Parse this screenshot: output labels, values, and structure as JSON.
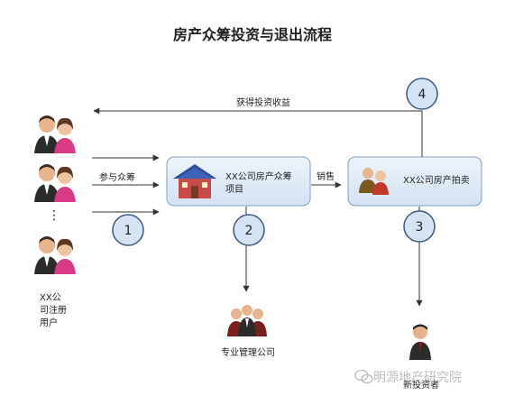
{
  "title": "房产众筹投资与退出流程",
  "users": {
    "caption_lines": [
      "XX公",
      "司注册",
      "用户"
    ],
    "ellipsis": "⋮"
  },
  "arrows": {
    "participate": "参与众筹",
    "return": "获得投资收益",
    "sales": "销售"
  },
  "boxes": {
    "project_lines": [
      "XX公司房产众筹",
      "项目"
    ],
    "auction": "XX公司房产拍卖"
  },
  "steps": [
    "1",
    "2",
    "3",
    "4"
  ],
  "bottom": {
    "management": "专业管理公司",
    "investor": "新投资者"
  },
  "watermark": "明源地产研究院",
  "colors": {
    "box_fill": "#dce8f7",
    "box_stroke": "#7f9fc6",
    "circle_fill": "#d5e3f3",
    "circle_stroke": "#3d5a80",
    "arrow": "#333333",
    "female_shirt": "#d83a86",
    "male_suit": "#2b2b2b"
  }
}
